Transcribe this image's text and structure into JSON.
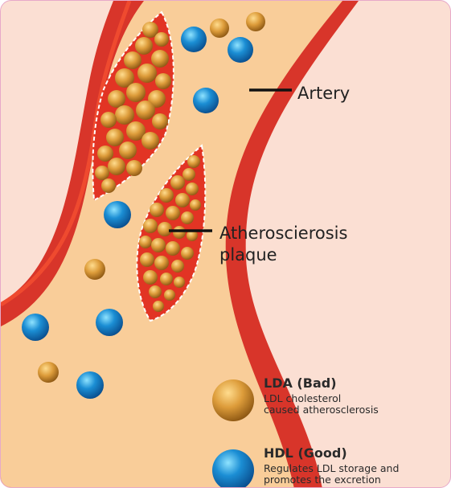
{
  "labels": {
    "artery": "Artery",
    "plaque_line1": "Atheroscierosis",
    "plaque_line2": "plaque"
  },
  "legend": {
    "ldl": {
      "title": "LDA (Bad)",
      "desc_line1": "LDL cholesterol",
      "desc_line2": "caused atherosclerosis",
      "color": "#d9952c"
    },
    "hdl": {
      "title": "HDL (Good)",
      "desc_line1": "Regulates LDL storage and",
      "desc_line2": "promotes the excretion",
      "color": "#1786cc"
    }
  },
  "colors": {
    "background": "#fbdfd3",
    "artery_wall": "#d8352a",
    "artery_lumen": "#f9cd99",
    "plaque_border": "#ffffff"
  }
}
